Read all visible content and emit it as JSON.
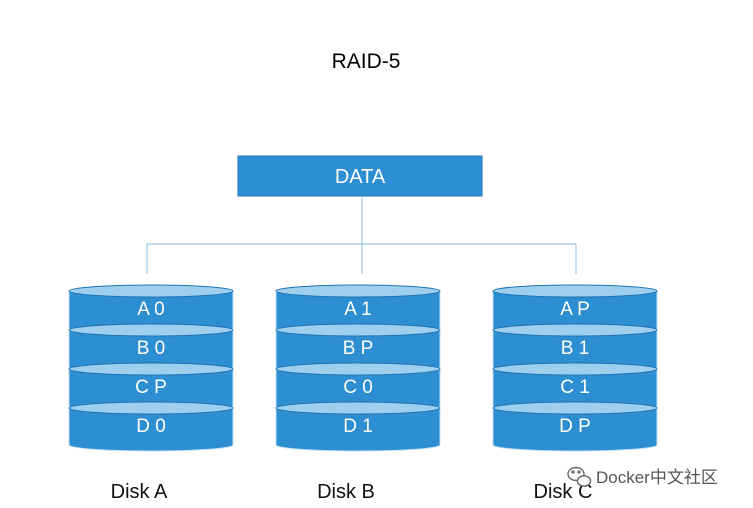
{
  "title": "RAID-5",
  "root": {
    "label": "DATA"
  },
  "disks": [
    {
      "name": "Disk A",
      "blocks": [
        "A 0",
        "B 0",
        "C P",
        "D  0"
      ]
    },
    {
      "name": "Disk B",
      "blocks": [
        "A 1",
        "B P",
        "C 0",
        "D 1"
      ]
    },
    {
      "name": "Disk C",
      "blocks": [
        "A P",
        "B 1",
        "C 1",
        "D P"
      ]
    }
  ],
  "watermark": "Docker中文社区",
  "colors": {
    "fill": "#2e8ed2",
    "fill_dark": "#1f74b4",
    "top": "#9fcfee",
    "stroke": "#bfe0f5",
    "line": "#9dc6e6",
    "text_light": "#ffffff",
    "text_dark": "#111111",
    "watermark": "#555555"
  }
}
